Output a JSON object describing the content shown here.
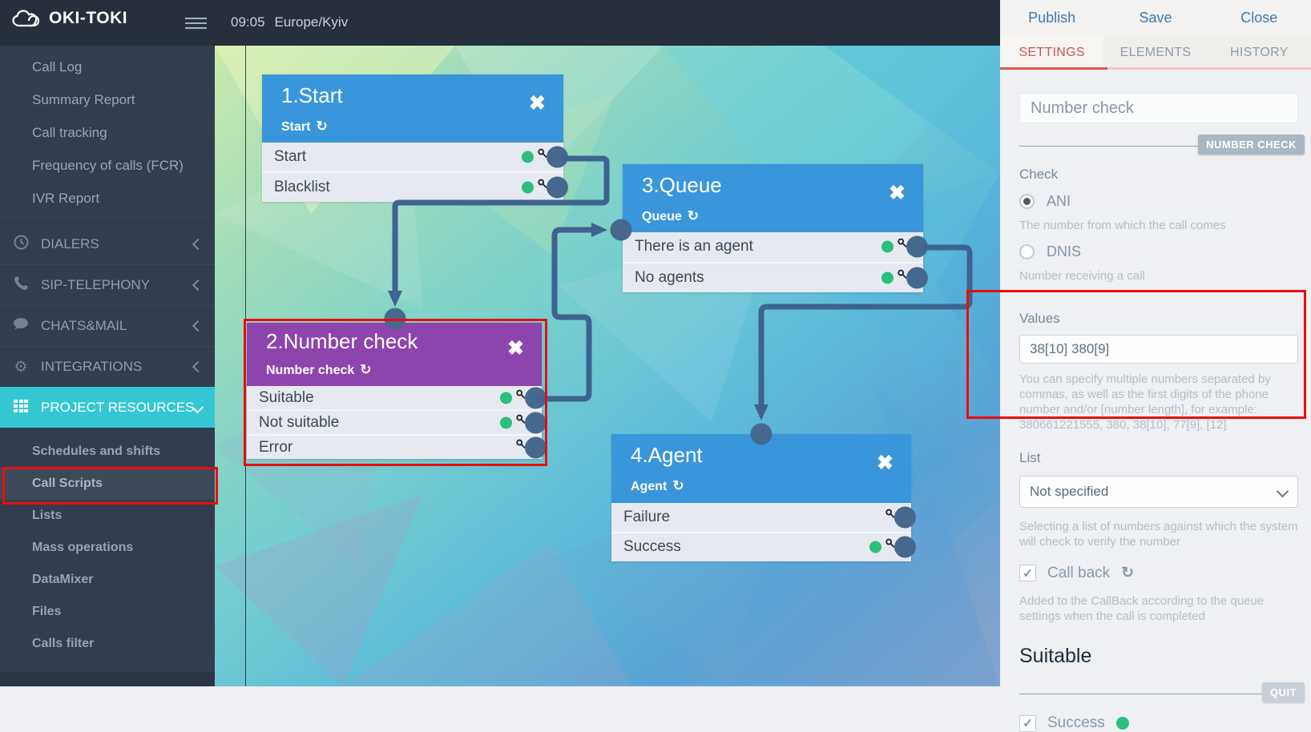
{
  "app": {
    "logo_text": "OKI-TOKI",
    "time": "09:05",
    "timezone": "Europe/Kyiv"
  },
  "sidebar": {
    "top_items": [
      "Call Log",
      "Summary Report",
      "Call tracking",
      "Frequency of calls (FCR)",
      "IVR Report"
    ],
    "sections": [
      {
        "label": "DIALERS"
      },
      {
        "label": "SIP-TELEPHONY"
      },
      {
        "label": "CHATS&MAIL"
      },
      {
        "label": "INTEGRATIONS"
      },
      {
        "label": "PROJECT RESOURCES"
      }
    ],
    "sub_items": [
      "Schedules and shifts",
      "Call Scripts",
      "Lists",
      "Mass operations",
      "DataMixer",
      "Files",
      "Calls filter"
    ],
    "highlighted_sub_item": "Call Scripts"
  },
  "canvas": {
    "nodes": [
      {
        "title": "1.Start",
        "type_label": "Start",
        "rows": [
          {
            "label": "Start"
          },
          {
            "label": "Blacklist"
          }
        ]
      },
      {
        "title": "2.Number check",
        "type_label": "Number check",
        "rows": [
          {
            "label": "Suitable"
          },
          {
            "label": "Not suitable"
          },
          {
            "label": "Error"
          }
        ]
      },
      {
        "title": "3.Queue",
        "type_label": "Queue",
        "rows": [
          {
            "label": "There is an agent"
          },
          {
            "label": "No agents"
          }
        ]
      },
      {
        "title": "4.Agent",
        "type_label": "Agent",
        "rows": [
          {
            "label": "Failure"
          },
          {
            "label": "Success"
          }
        ]
      }
    ]
  },
  "panel": {
    "publish_label": "Publish",
    "save_label": "Save",
    "close_label": "Close",
    "tabs": [
      "SETTINGS",
      "ELEMENTS",
      "HISTORY"
    ],
    "title_value": "Number check",
    "type_badge": "NUMBER CHECK",
    "check_label": "Check",
    "ani_label": "ANI",
    "ani_desc": "The number from which the call comes",
    "dnis_label": "DNIS",
    "dnis_desc": "Number receiving a call",
    "values_label": "Values",
    "values_value": "38[10] 380[9]",
    "values_help": "You can specify multiple numbers separated by commas, as well as the first digits of the phone number and/or [number length], for example: 380661221555, 380, 38[10], 77[9], [12]",
    "list_label": "List",
    "list_value": "Not specified",
    "list_help": "Selecting a list of numbers against which the system will check to verify the number",
    "callback_label": "Call back",
    "callback_help": "Added to the CallBack according to the queue settings when the call is completed",
    "suitable_heading": "Suitable",
    "quit_badge": "QUIT",
    "success_label": "Success"
  },
  "colors": {
    "accent_teal": "#35c6d3",
    "node_blue": "#3a96da",
    "node_purple": "#8e44ad",
    "green_dot": "#2abf7d",
    "connector": "#3e6390",
    "annotation_red": "#ea0d0b",
    "tab_active_red": "#d5524e"
  }
}
